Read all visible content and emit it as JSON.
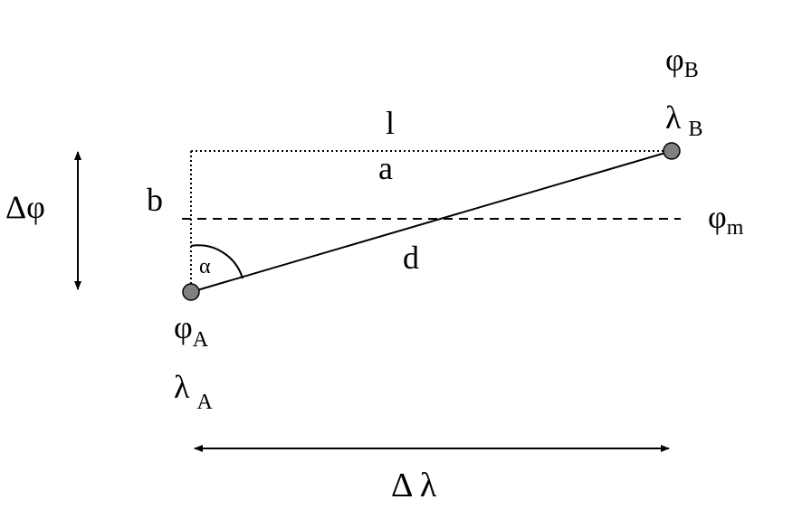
{
  "labels": {
    "delta_phi": "Δφ",
    "b": "b",
    "l": "l",
    "a": "a",
    "d": "d",
    "alpha": "α",
    "phi_m_main": "φ",
    "phi_m_sub": "m",
    "point_a_phi_main": "φ",
    "point_a_phi_sub": "A",
    "point_a_lambda_main": "λ",
    "point_a_lambda_sub": "A",
    "point_b_phi_main": "φ",
    "point_b_phi_sub": "B",
    "point_b_lambda_main": "λ",
    "point_b_lambda_sub": "B",
    "delta_lambda": "Δ λ"
  },
  "colors": {
    "stroke": "#000000",
    "point_fill": "#808080"
  }
}
